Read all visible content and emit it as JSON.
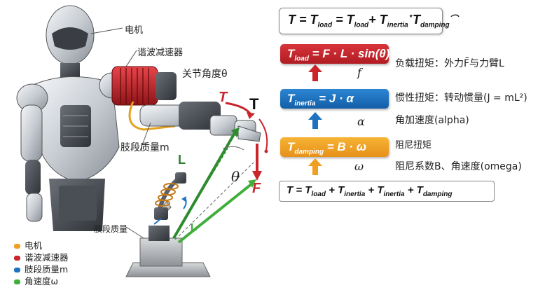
{
  "colors": {
    "red": "#c9252b",
    "blue": "#1e72c0",
    "orange": "#f0a020",
    "green": "#3fae3a",
    "darkgreen": "#2e7d32"
  },
  "labels": {
    "motor": "电机",
    "harmonic": "谐波减速器",
    "joint_angle": "关节角度θ",
    "link_mass": "肢段质量m",
    "link_mass_short": "肢段质量",
    "T_red": "T",
    "T_black": "T",
    "F": "F",
    "theta": "θ",
    "L1": "L",
    "L2": "L"
  },
  "equations": {
    "top": {
      "lhs": "T = T",
      "s1": "load",
      "eq": " = T",
      "s2": "load",
      "plus1": "+ T",
      "s3": "inertia",
      "star": "⋆",
      "t": "T",
      "s4": "damping",
      "hat": "⌒"
    },
    "load": {
      "t": "T",
      "sub": "load",
      "rest": " = F · L · sin(θ)"
    },
    "inertia": {
      "t": "T",
      "sub": "inertia",
      "rest": " = J · α"
    },
    "damping": {
      "t": "T",
      "sub": "damping",
      "rest": " = B · ω"
    },
    "bottom": {
      "a": "T = T",
      "s1": "load",
      "b": " + T",
      "s2": "inertia",
      "c": " + T",
      "s3": "inertia",
      "d": " + T",
      "s4": "damping"
    }
  },
  "descriptions": {
    "load": "负载扭矩：外力F̄与力臂L",
    "inertia1": "惯性扭矩：转动惯量(J = mL²)",
    "inertia2": "角加速度(alpha)",
    "damping1": "阻尼扭矩",
    "damping2": "阻尼系数B、角速度(omega)"
  },
  "symbols": {
    "f": "f",
    "alpha": "α",
    "omega": "ω"
  },
  "legend": [
    {
      "label": "电机",
      "color": "#f0a020"
    },
    {
      "label": "谐波减速器",
      "color": "#c9252b"
    },
    {
      "label": "肢段质量m",
      "color": "#1e72c0"
    },
    {
      "label": "角速度ω",
      "color": "#3fae3a"
    }
  ]
}
